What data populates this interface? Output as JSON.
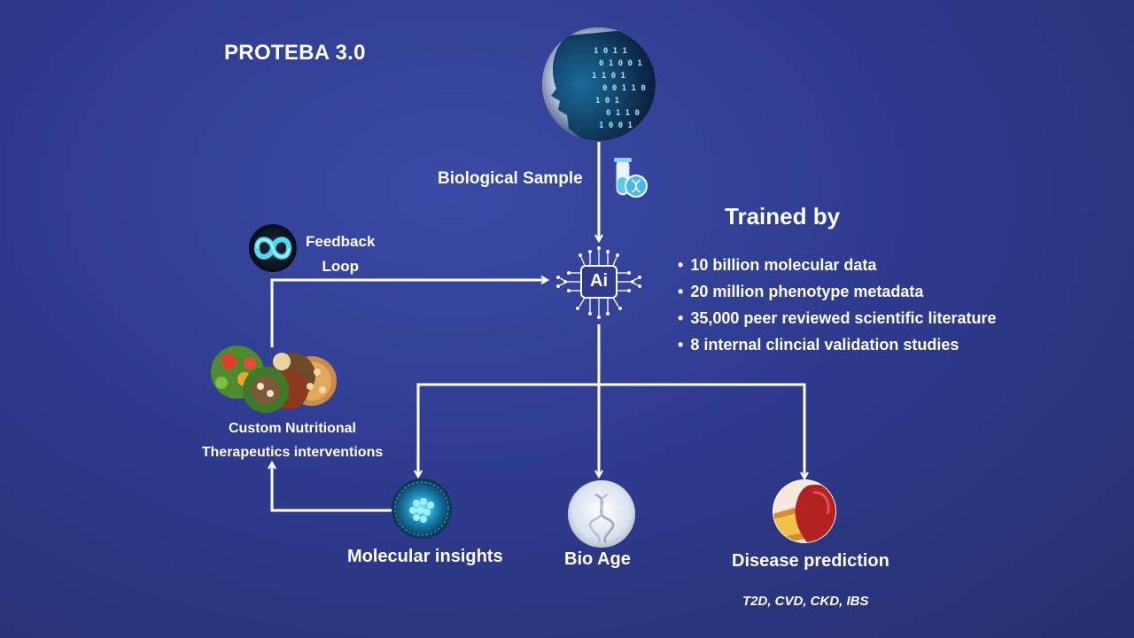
{
  "title": "PROTEBA 3.0",
  "sample": {
    "label": "Biological Sample",
    "icon": "test-tube-dna-icon"
  },
  "feedback": {
    "line1": "Feedback",
    "line2": "Loop",
    "icon": "infinity-loop-icon"
  },
  "ai_chip": {
    "label": "Ai",
    "icon": "ai-chip-icon"
  },
  "trained": {
    "title": "Trained by",
    "items": [
      "10 billion molecular data",
      "20 million phenotype metadata",
      "35,000 peer reviewed scientific literature",
      "8 internal clincial validation studies"
    ]
  },
  "nutrition": {
    "label": "Custom Nutritional Therapeutics interventions",
    "icon": "food-bowls-icon"
  },
  "outputs": {
    "molecular": {
      "label": "Molecular insights",
      "icon": "molecule-sphere-icon"
    },
    "bioage": {
      "label": "Bio Age",
      "icon": "dna-helix-icon"
    },
    "disease": {
      "label": "Disease prediction",
      "sub": "T2D, CVD, CKD, IBS",
      "icon": "artery-heart-icon"
    }
  },
  "colors": {
    "background": "#2e3b8f",
    "accent": "#3fd3ee",
    "text": "#ffffff"
  }
}
